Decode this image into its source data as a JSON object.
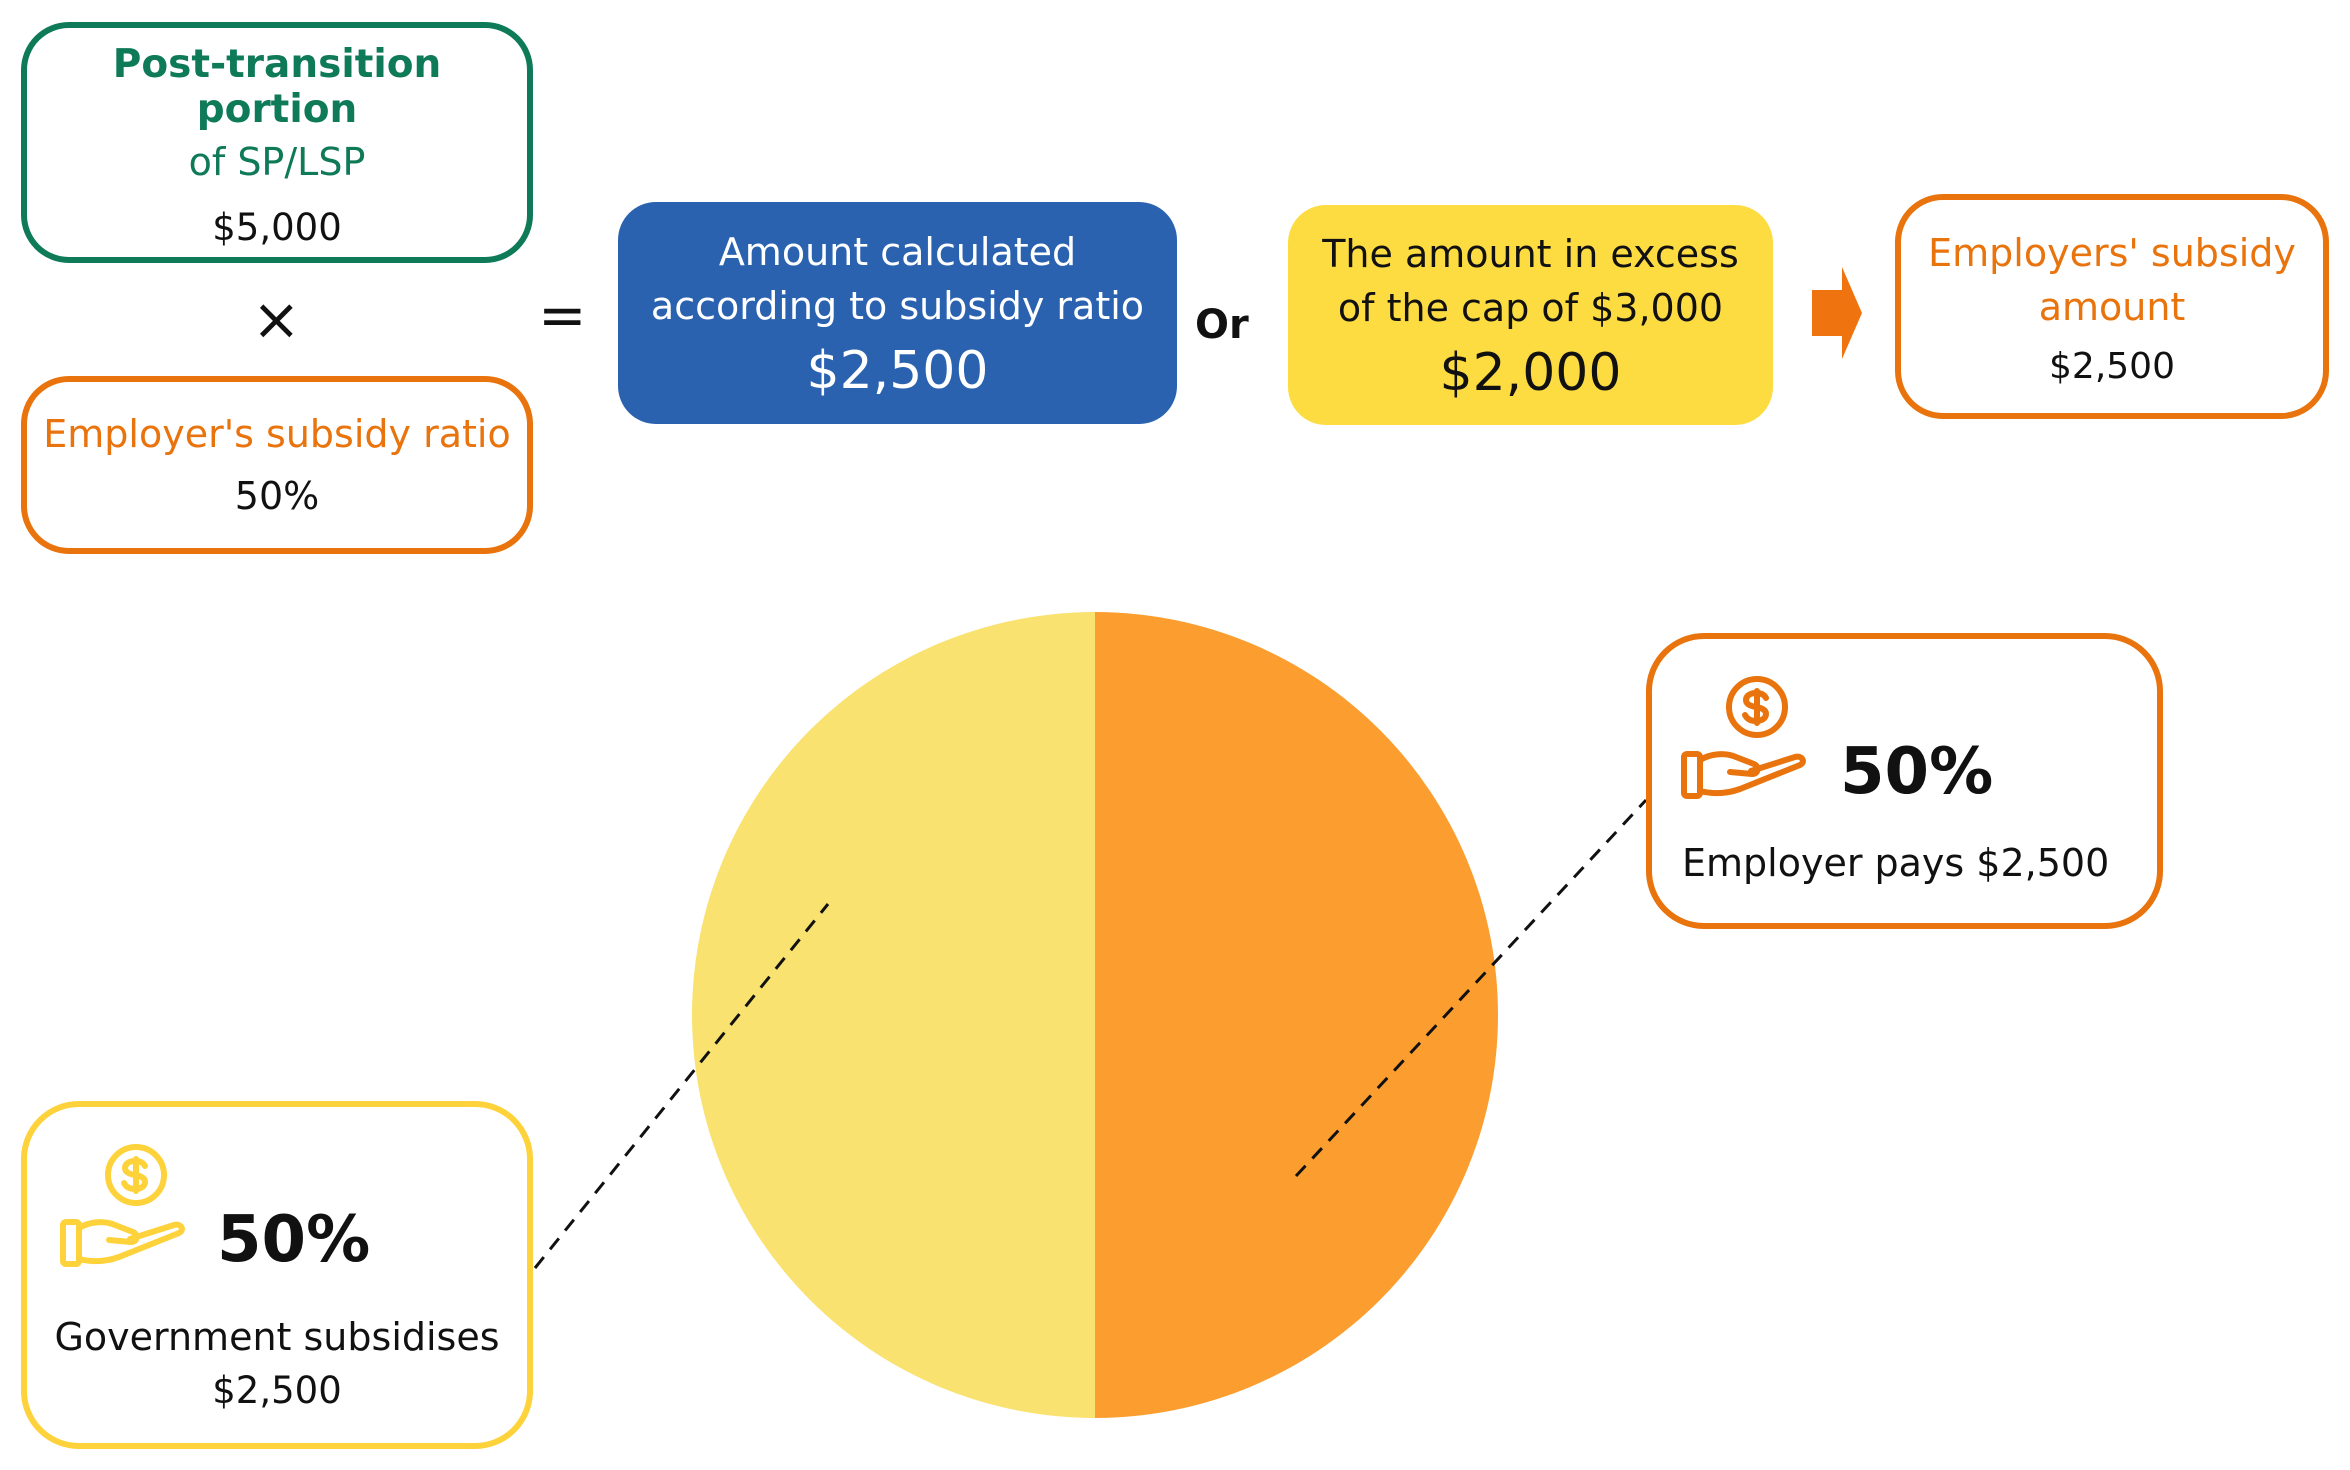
{
  "formula": {
    "post_transition": {
      "title_bold": "Post-transition portion",
      "title_rest": "of SP/LSP",
      "value": "$5,000"
    },
    "multiply_symbol": "×",
    "employer_ratio": {
      "label": "Employer's subsidy ratio",
      "value": "50%"
    },
    "equals_symbol": "=",
    "calculated": {
      "line1": "Amount calculated",
      "line2": "according to subsidy ratio",
      "value": "$2,500"
    },
    "or_label": "Or",
    "excess": {
      "line1": "The amount in excess",
      "line2": "of the cap of $3,000",
      "value": "$2,000"
    },
    "result": {
      "line1": "Employers' subsidy",
      "line2": "amount",
      "value": "$2,500"
    }
  },
  "chart_data": {
    "type": "pie",
    "slices": [
      {
        "label": "Employer pays",
        "value": 50,
        "amount": "$2,500",
        "color": "#fb9e2f"
      },
      {
        "label": "Government subsidises",
        "value": 50,
        "amount": "$2,500",
        "color": "#f9e270"
      }
    ]
  },
  "callouts": {
    "employer": {
      "percent": "50%",
      "label": "Employer pays $2,500",
      "icon": "hand-coin-icon",
      "color": "#e9730c"
    },
    "government": {
      "percent": "50%",
      "label": "Government subsidises",
      "value": "$2,500",
      "icon": "hand-coin-icon",
      "color": "#fdd23a"
    }
  },
  "colors": {
    "green": "#0f7a58",
    "orange": "#e9730c",
    "blue": "#2a62b0",
    "yellow": "#fddc42"
  }
}
